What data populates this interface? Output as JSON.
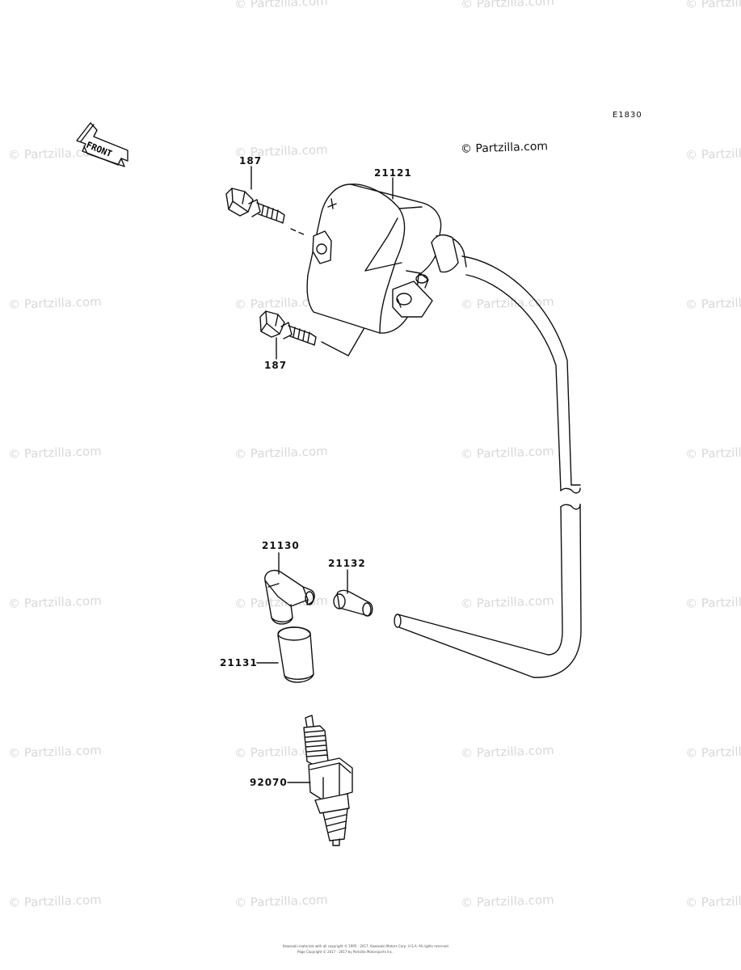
{
  "diagram": {
    "code": "E1830",
    "brand": "© Partzilla.com",
    "watermark_text": "© Partzilla.com",
    "front_label": "FRONT",
    "labels": {
      "bolt_top": "187",
      "bolt_bottom": "187",
      "coil": "21121",
      "plug_cap": "21130",
      "cap_sleeve": "21132",
      "cap_boot": "21131",
      "spark_plug": "92070"
    },
    "footer": {
      "line1": "Kawasaki materials with all copyright © 1995 - 2017, Kawasaki Motors Corp. U.S.A. All rights reserved.",
      "line2": "Page Copyright © 2017 - 2017 by Partzilla Motorsports Inc."
    }
  }
}
